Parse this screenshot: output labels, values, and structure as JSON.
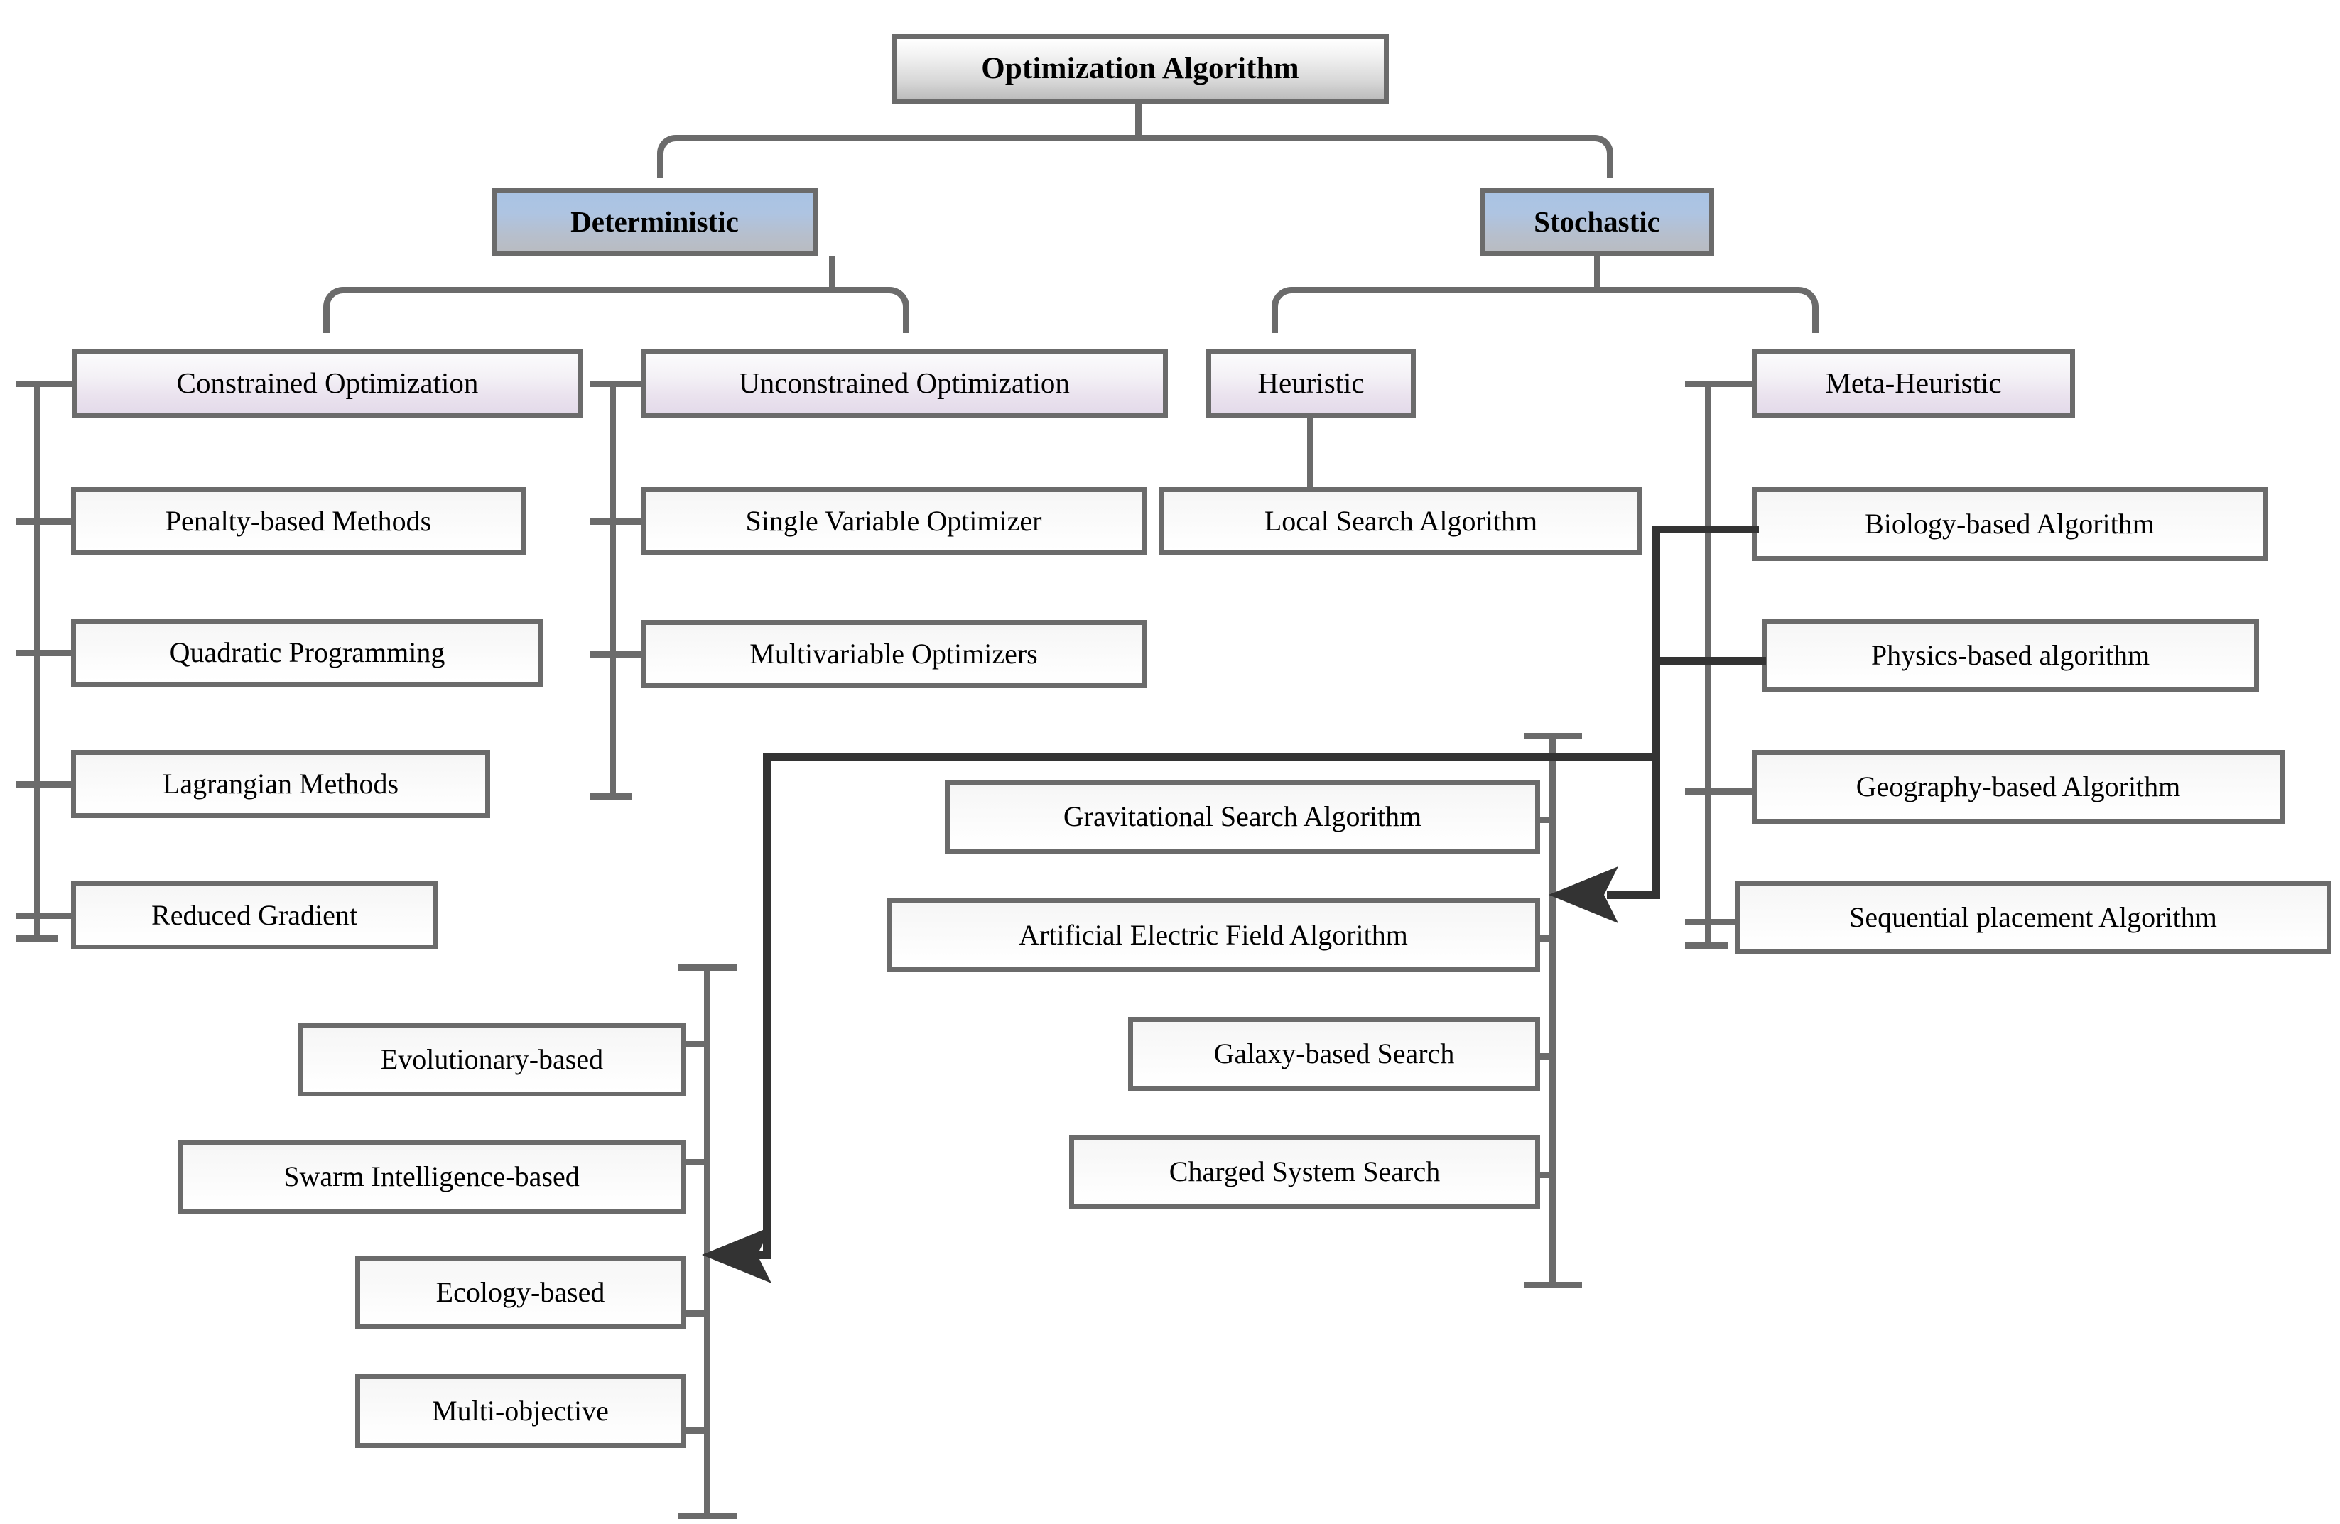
{
  "diagram": {
    "title": "Optimization Algorithm taxonomy",
    "root": {
      "label": "Optimization Algorithm"
    },
    "level2": [
      {
        "label": "Deterministic"
      },
      {
        "label": "Stochastic"
      }
    ],
    "level3": [
      {
        "label": "Constrained Optimization"
      },
      {
        "label": "Unconstrained Optimization"
      },
      {
        "label": "Heuristic"
      },
      {
        "label": "Meta-Heuristic"
      }
    ],
    "groups": {
      "constrained": {
        "parent": "Constrained Optimization",
        "items": [
          {
            "label": "Penalty-based Methods"
          },
          {
            "label": "Quadratic Programming"
          },
          {
            "label": "Lagrangian Methods"
          },
          {
            "label": "Reduced Gradient"
          }
        ]
      },
      "unconstrained": {
        "parent": "Unconstrained Optimization",
        "items": [
          {
            "label": "Single Variable Optimizer"
          },
          {
            "label": "Multivariable Optimizers"
          }
        ]
      },
      "heuristic": {
        "parent": "Heuristic",
        "items": [
          {
            "label": "Local Search Algorithm"
          }
        ]
      },
      "metaheuristic": {
        "parent": "Meta-Heuristic",
        "items": [
          {
            "label": "Biology-based Algorithm"
          },
          {
            "label": "Physics-based algorithm"
          },
          {
            "label": "Geography-based Algorithm"
          },
          {
            "label": "Sequential placement Algorithm"
          }
        ]
      },
      "biology_expansion": {
        "parent": "Biology-based Algorithm",
        "items": [
          {
            "label": "Evolutionary-based"
          },
          {
            "label": "Swarm Intelligence-based"
          },
          {
            "label": "Ecology-based"
          },
          {
            "label": "Multi-objective"
          }
        ]
      },
      "physics_expansion": {
        "parent": "Physics-based algorithm",
        "items": [
          {
            "label": "Gravitational Search Algorithm"
          },
          {
            "label": "Artificial Electric Field Algorithm"
          },
          {
            "label": "Galaxy-based Search"
          },
          {
            "label": "Charged System Search"
          }
        ]
      }
    },
    "colors": {
      "border": "#6b6b6b",
      "connector": "#6b6b6b",
      "expansion_connector": "#333333",
      "level2_fill": "#a9c3e4",
      "level3_fill": "#e4dbea",
      "root_fill": "#bdbdbd",
      "leaf_fill": "#fafafa",
      "text": "#000000",
      "background": "#ffffff"
    }
  }
}
